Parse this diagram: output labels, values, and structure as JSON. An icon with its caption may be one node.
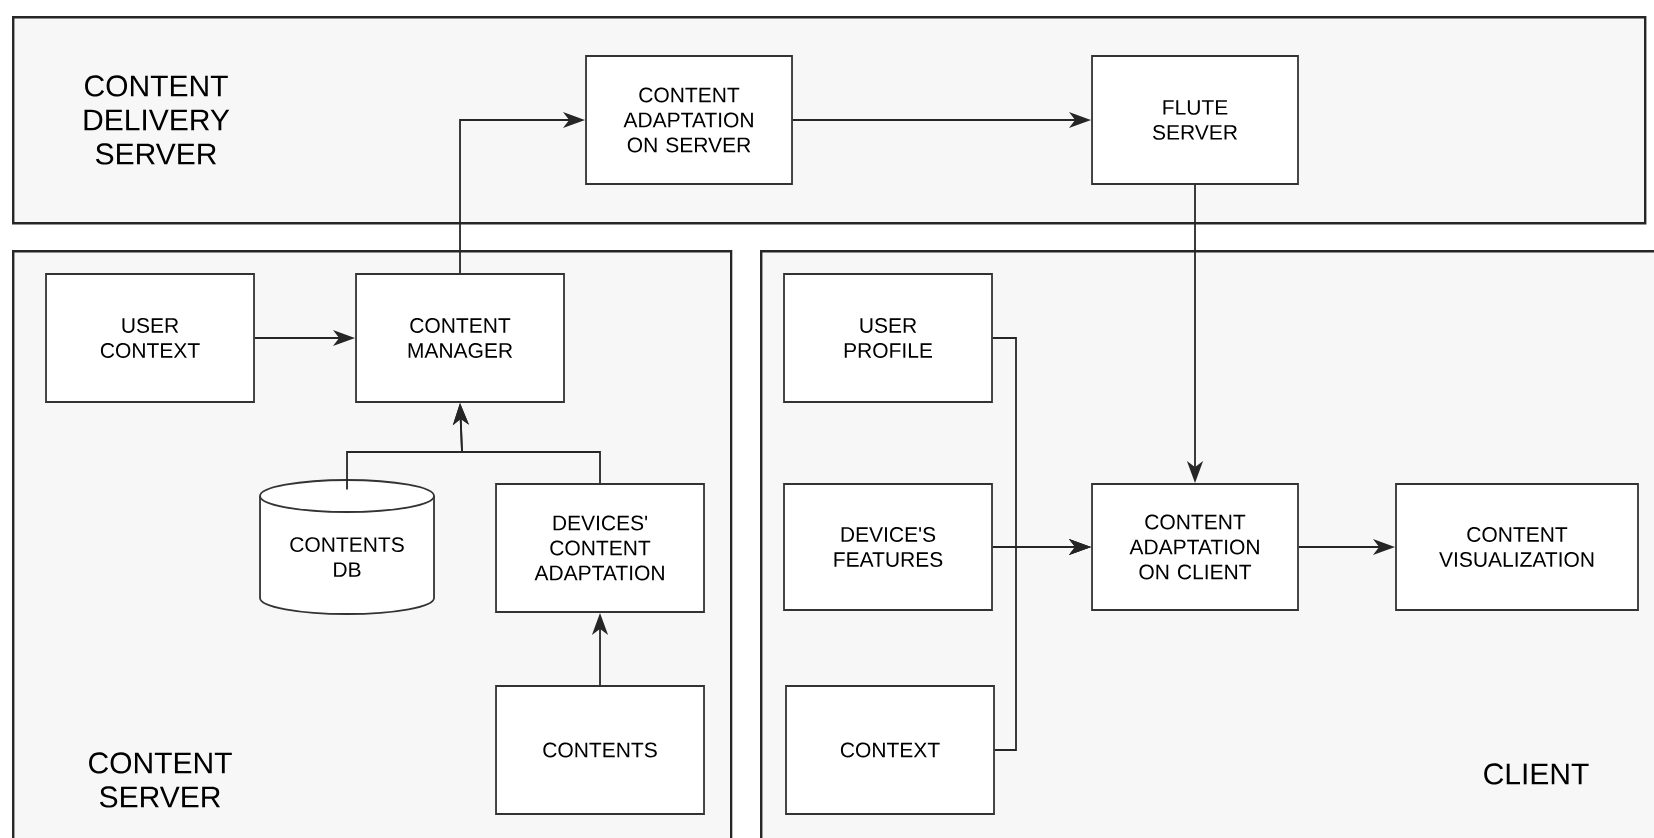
{
  "diagram": {
    "nodes": [
      {
        "text": [
          "CONTENT DELIVERY SERVER"
        ]
      },
      {
        "text": [
          "CONTENT ADAPTATION ON SERVER"
        ],
        "in": 0
      },
      {
        "text": [
          "FLUTE SERVER"
        ],
        "in": 0
      },
      {
        "text": [
          "CONTENT SERVER"
        ]
      },
      {
        "text": [
          "USER CONTEXT"
        ],
        "in": 3
      },
      {
        "text": [
          "CONTENT MANAGER"
        ],
        "in": 3
      },
      {
        "text": [
          "CONTENTS DB"
        ],
        "in": 3
      },
      {
        "text": [
          "DEVICES' CONTENT ADAPTATION"
        ],
        "in": 3
      },
      {
        "text": [
          "CONTENTS"
        ],
        "in": 3
      },
      {
        "text": [
          "CLIENT"
        ]
      },
      {
        "text": [
          "USER PROFILE"
        ],
        "in": 9
      },
      {
        "text": [
          "DEVICE'S FEATURES"
        ],
        "in": 9
      },
      {
        "text": [
          "CONTEXT"
        ],
        "in": 9
      },
      {
        "text": [
          "CONTENT ADAPTATION ON CLIENT"
        ],
        "in": 9
      },
      {
        "text": [
          "CONTENT VISUALIZATION"
        ],
        "in": 9
      }
    ],
    "edges": [
      {
        "from": 4,
        "to": 5,
        "arrow": "to"
      },
      {
        "from": 6,
        "to": 5,
        "arrow": "to"
      },
      {
        "from": 7,
        "to": 5,
        "arrow": "to"
      },
      {
        "from": 8,
        "to": 7,
        "arrow": "to"
      },
      {
        "from": 5,
        "to": 1,
        "arrow": "to"
      },
      {
        "from": 1,
        "to": 2,
        "arrow": "to"
      },
      {
        "from": 2,
        "to": 13,
        "arrow": "to"
      },
      {
        "from": 10,
        "to": 13,
        "arrow": "to"
      },
      {
        "from": 11,
        "to": 13,
        "arrow": "to"
      },
      {
        "from": 12,
        "to": 13,
        "arrow": "to"
      },
      {
        "from": 13,
        "to": 14,
        "arrow": "to"
      }
    ]
  }
}
